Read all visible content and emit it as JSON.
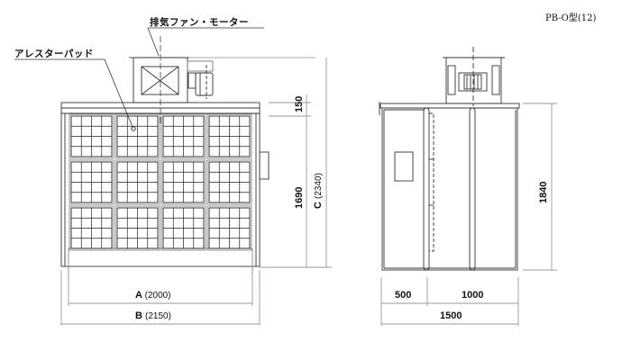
{
  "drawing": {
    "model_label": "PB-O型(12)",
    "callouts": {
      "fan_motor": "排気ファン・モーター",
      "arrestor_pad": "アレスターパッド"
    },
    "front_view": {
      "dim_height_top": "150",
      "dim_height_body": "1690",
      "dim_total_height_letter": "C",
      "dim_total_height_value": "(2340)",
      "dim_inner_width_letter": "A",
      "dim_inner_width_value": "(2000)",
      "dim_outer_width_letter": "B",
      "dim_outer_width_value": "(2150)",
      "filter_grid": {
        "rows": 3,
        "cols": 4,
        "cells_per_pad": "4x4"
      }
    },
    "side_view": {
      "dim_height": "1840",
      "dim_depth_front": "500",
      "dim_depth_rear": "1000",
      "dim_depth_total": "1500"
    },
    "colors": {
      "line": "#333333",
      "dim_line": "#888888",
      "text": "#111111"
    }
  }
}
